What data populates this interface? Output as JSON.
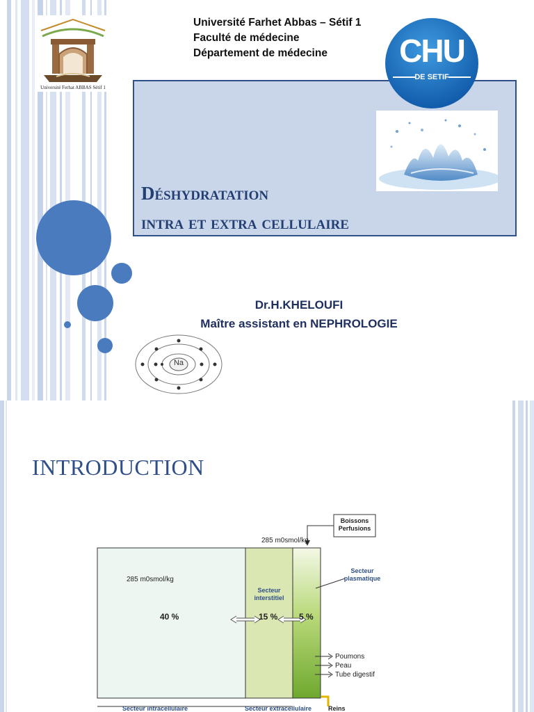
{
  "slide1": {
    "university_lines": [
      "Université Farhet Abbas – Sétif 1",
      "Faculté de médecine",
      "Département de médecine"
    ],
    "logo_caption": "Université Ferhat ABBAS  Sétif 1",
    "chu_logo": {
      "main": "CHU",
      "sub": "DE SETIF"
    },
    "title_line1": "Déshydratation",
    "title_line2": "intra et extra cellulaire",
    "author_name": "Dr.H.KHELOUFI",
    "author_role": "Maître assistant en NEPHROLOGIE",
    "atom_label": "Na"
  },
  "slide2": {
    "heading": "INTRODUCTION",
    "diagram": {
      "input_box": [
        "Boissons",
        "Perfusions"
      ],
      "osm_left": "285 m0smol/kg",
      "osm_top": "285 m0smol/kg",
      "interstitial_label": [
        "Secteur",
        "interstitiel"
      ],
      "plasma_label": [
        "Secteur",
        "plasmatique"
      ],
      "pct_intra": "40 %",
      "pct_interstitial": "15 %",
      "pct_plasma": "5 %",
      "outputs": [
        "Poumons",
        "Peau",
        "Tube digestif"
      ],
      "bottom_intra": "Secteur intracellulaire",
      "bottom_extra": "Secteur extracellulaire",
      "bottom_reins": "Reins"
    }
  },
  "colors": {
    "accent_blue": "#4a7bbf",
    "title_text": "#243f73",
    "title_box": "#c9d6ea",
    "intra_fill": "#eef6f1",
    "interstitial_fill": "#dbe7b2",
    "plasma_fill": "#8dbf3f"
  }
}
